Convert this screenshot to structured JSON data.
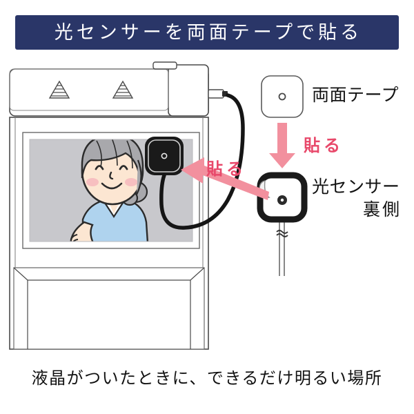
{
  "page": {
    "title_banner": "光センサーを両面テープで貼る",
    "bottom_caption": "液晶がついたときに、できるだけ明るい場所"
  },
  "colors": {
    "banner_bg": "#2A3668",
    "banner_text": "#FFFFFF",
    "arrow_pink": "#F2909E",
    "label_red": "#E8486A",
    "body_text": "#111111",
    "screen_bg": "#C8C8CC",
    "device_outline": "#3A3A3A",
    "sensor_black": "#1A1A1A",
    "skin": "#FCE6D2",
    "hair_gray": "#A8A8AC",
    "cloth_blue": "#AFD3EE",
    "cheek_pink": "#F7BFC0"
  },
  "labels": {
    "double_sided_tape": "両面テープ",
    "paste_vertical": "貼る",
    "paste_horizontal": "貼る",
    "light_sensor_line1": "光センサー",
    "light_sensor_line2": "裏側"
  },
  "diagram": {
    "device": {
      "name": "wall-mounted-display-device",
      "speaker_grille_count": 2,
      "screen_content": "elderly-woman-illustration"
    },
    "sensor_on_screen": {
      "shape": "rounded-square",
      "face": "front",
      "lens_marker": "small-circle"
    },
    "tape_piece": {
      "shape": "rounded-square-outline",
      "hole_marker": "small-circle"
    },
    "sensor_back": {
      "shape": "rounded-square-thick-outline",
      "peeled_corner": "top-left",
      "lens_marker": "dark-circle",
      "cable": "hanging-with-break-mark"
    },
    "arrows": [
      {
        "name": "tape-to-sensor-arrow",
        "direction": "down"
      },
      {
        "name": "sensor-to-screen-arrow",
        "direction": "left"
      }
    ]
  }
}
